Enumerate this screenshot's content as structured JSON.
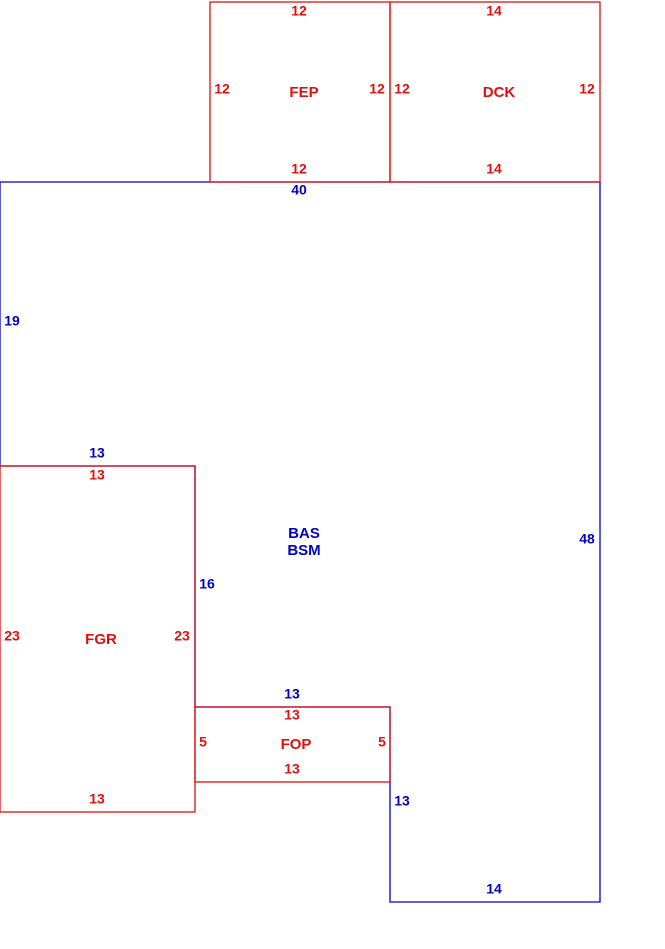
{
  "colors": {
    "main_area": "#0000c8",
    "sub_area": "#e01010"
  },
  "areas": {
    "bas": {
      "label_primary": "BAS",
      "label_secondary": "BSM",
      "dims": {
        "top": "40",
        "left": "19",
        "fgr_top": "13",
        "fgr_right": "16",
        "fop_top": "13",
        "lower_left": "13",
        "bottom": "14",
        "right": "48"
      }
    },
    "fep": {
      "label": "FEP",
      "dims": {
        "top": "12",
        "left": "12",
        "right": "12",
        "bottom": "12"
      }
    },
    "dck": {
      "label": "DCK",
      "dims": {
        "top": "14",
        "left": "12",
        "right": "12",
        "bottom": "14"
      }
    },
    "fgr": {
      "label": "FGR",
      "dims": {
        "top": "13",
        "left": "23",
        "right": "23",
        "bottom": "13"
      }
    },
    "fop": {
      "label": "FOP",
      "dims": {
        "top": "13",
        "left": "5",
        "right": "5",
        "bottom": "13"
      }
    }
  }
}
